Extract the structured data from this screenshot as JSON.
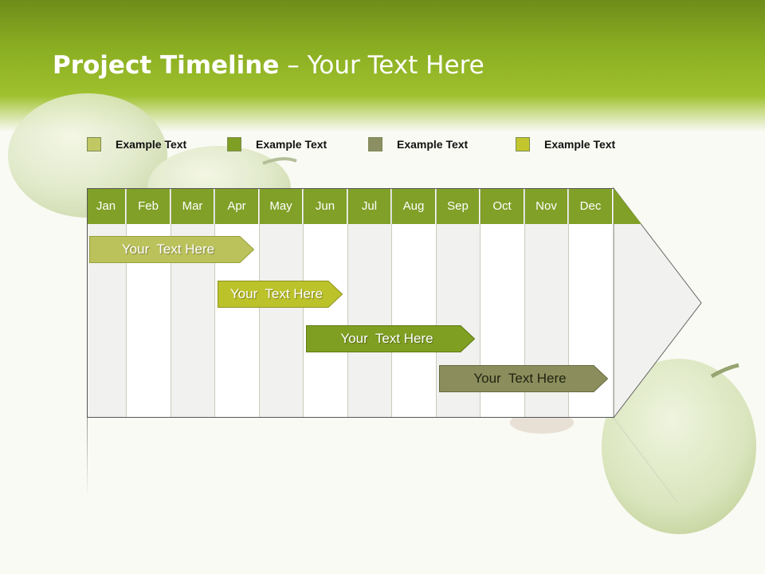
{
  "title": {
    "bold": "Project Timeline",
    "rest": " – Your Text Here"
  },
  "legend": [
    {
      "label": "Example Text",
      "color": "#c0c863"
    },
    {
      "label": "Example Text",
      "color": "#7f9f24"
    },
    {
      "label": "Example Text",
      "color": "#8c8f63"
    },
    {
      "label": "Example Text",
      "color": "#c2c62c"
    }
  ],
  "months": [
    "Jan",
    "Feb",
    "Mar",
    "Apr",
    "May",
    "Jun",
    "Jul",
    "Aug",
    "Sep",
    "Oct",
    "Nov",
    "Dec"
  ],
  "tasks": [
    {
      "label": "Your  Text Here",
      "start_month": "Jan",
      "end_month": "Apr",
      "color": "#bcc25b",
      "border": "#97a03e"
    },
    {
      "label": "Your  Text Here",
      "start_month": "Apr",
      "end_month": "Jun",
      "color": "#bcc22a",
      "border": "#8d931c"
    },
    {
      "label": "Your  Text Here",
      "start_month": "Jun",
      "end_month": "Sep",
      "color": "#7f9f22",
      "border": "#5f7a14"
    },
    {
      "label": "Your  Text Here",
      "start_month": "Sep",
      "end_month": "Dec",
      "color": "#8b8e5c",
      "border": "#66693f"
    }
  ],
  "colors": {
    "month_header": "#80a028",
    "header_green": "#8aae22"
  }
}
